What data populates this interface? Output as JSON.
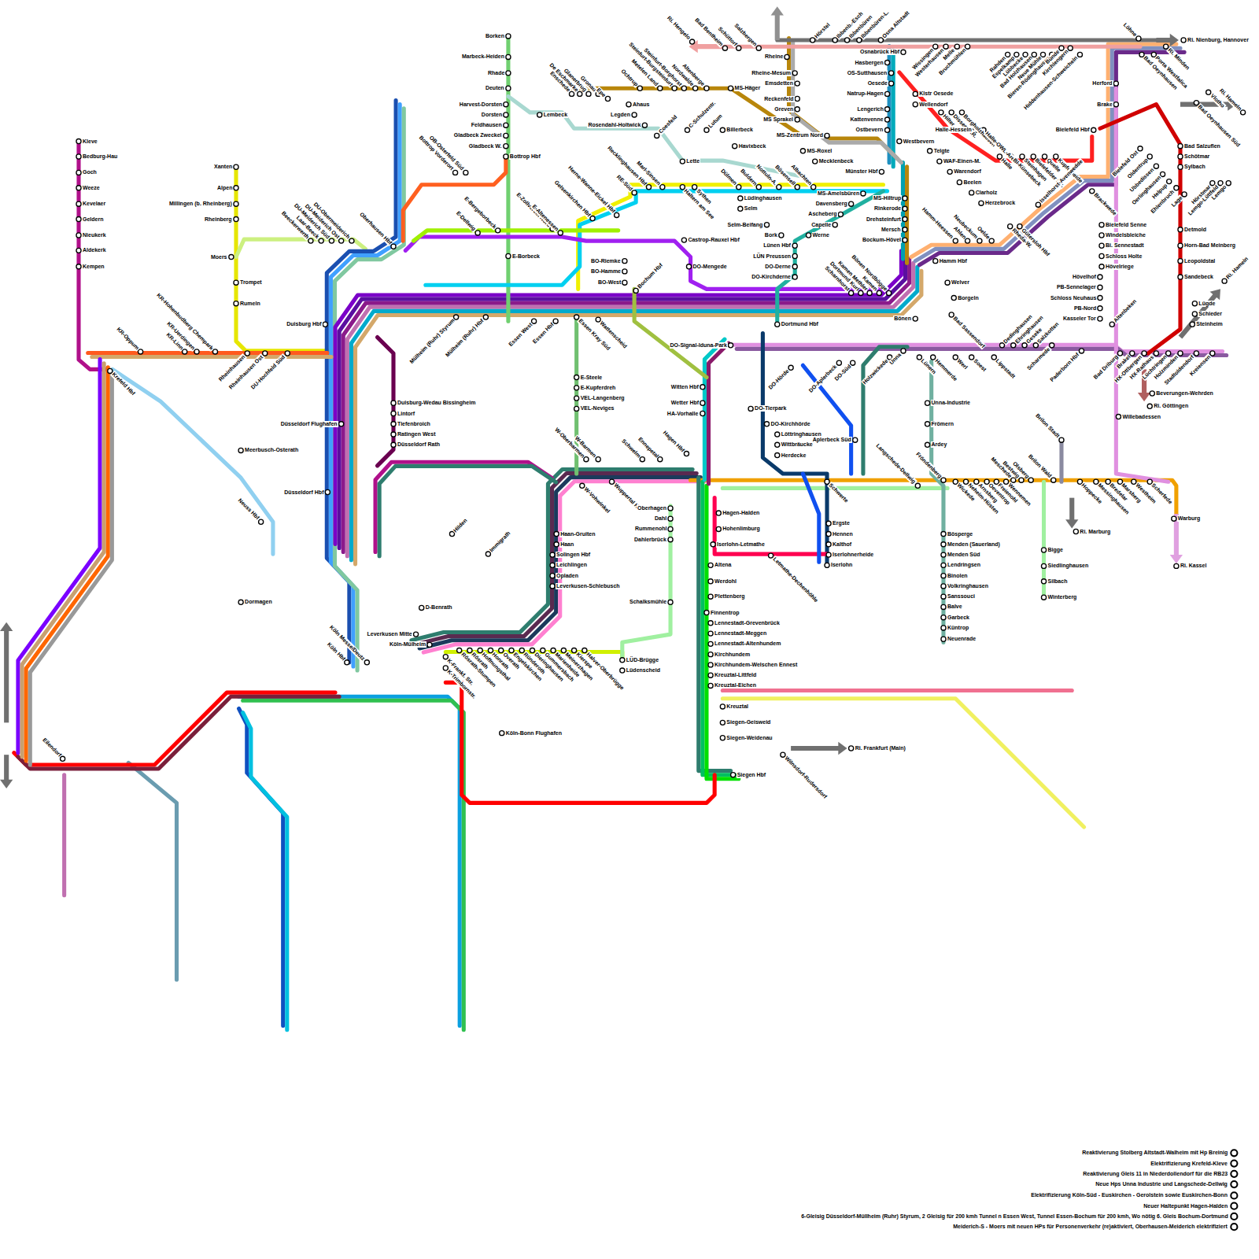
{
  "diagram": {
    "labels": [
      "Kleve",
      "Bedburg-Hau",
      "Goch",
      "Weeze",
      "Kevelaer",
      "Geldern",
      "Nieukerk",
      "Aldekerk",
      "Kempen",
      "Xanten",
      "Alpen",
      "Millingen (b. Rheinberg)",
      "Rheinberg",
      "Moers",
      "Trompet",
      "Rumeln",
      "Beeckerwerth",
      "Laar-Beeck",
      "DU-Meiderich Süd",
      "DU-Meiderich Ost",
      "DU-Obermeiderich",
      "Oberhausen Hbf",
      "Borken",
      "Marbeck-Heiden",
      "Rhade",
      "Deuten",
      "Harvest-Dorsten",
      "Dorsten",
      "Feldhausen",
      "Gladbeck Zweckel",
      "Gladbeck W.",
      "Bottrop Hbf",
      "Bottrop Vorderort",
      "OB-Osterfeld Süd",
      "E-Borbeck",
      "E-Bergeborbeck",
      "E-Dellwig",
      "E-Zollverein Nord",
      "E-Altenessen",
      "Gelsenkirchen Hbf",
      "Herne-Wanne-Eickel Hbf",
      "BO-Riemke",
      "BO-Hamme",
      "BO-West",
      "Bochum Hbf",
      "Castrop-Rauxel Hbf",
      "DO-Mengede",
      "Lembeck",
      "Enschede",
      "De Eschmarke",
      "Glanerbrug",
      "Gronau",
      "Epe",
      "Ahaus",
      "Legden",
      "Rosendahl-Holtwick",
      "Coesfeld",
      "Ochtrup",
      "Metelen Land",
      "Steinfurt-Burgsteinfurt",
      "Steinfurt-Borghorst",
      "Nordwalde",
      "Altenberge",
      "MS-Häger",
      "C-Schulzentr.",
      "Lutum",
      "Billerbeck",
      "Havixbeck",
      "Lette",
      "RE-Süd",
      "Recklinghausen Hbf",
      "Marl-Sinsen",
      "Haltern am See",
      "Sythen",
      "Dülmen",
      "Buldern",
      "Nottuln-A.",
      "Bösensell",
      "Albachten",
      "Lüdinghausen",
      "Selm",
      "Selm-Beifang",
      "Bork",
      "Lünen Hbf",
      "LÜN Preussen",
      "DO-Derne",
      "DO-Kirchderne",
      "Werne",
      "Capelle",
      "Ascheberg",
      "Davensberg",
      "MS-Amelsbüren",
      "MS-Roxel",
      "Mecklenbeck",
      "Münster Hbf",
      "MS-Zentrum Nord",
      "Ri. Hengelo",
      "Bad Bentheim",
      "Schüttorf",
      "Salzbergen",
      "Rheine",
      "Rheine-Mesum",
      "Emsdetten",
      "Reckenfeld",
      "Greven",
      "MS Sprakel",
      "Hörstel",
      "Ibbenb.-Esch",
      "Ibbenbüren",
      "Ibbenbüren-L.",
      "Osna Altstadt",
      "Osnabrück Hbf",
      "Hasbergen",
      "OS-Sutthausen",
      "Oesede",
      "Natrup-Hagen",
      "Lengerich",
      "Kattenvenne",
      "Ostbevern",
      "Westbevern",
      "Klstr Oesede",
      "Wellendorf",
      "Hilter",
      "Dissen-B.R.",
      "Borgholzhausen",
      "Halle-Hesseln",
      "Halle-OWL-Arena",
      "Halle",
      "BI-Künsebeck",
      "Steinhagen",
      "Bielefelder Str.",
      "Quelle",
      "Kupferheide",
      "Wissingen",
      "Westerhausen",
      "Melle",
      "Bruchmühlen",
      "Rahden",
      "Espelkamp",
      "Lübbecke",
      "Bad Holzhausen",
      "Neue Mühle",
      "Bieren-Rödinghausen",
      "Bünde",
      "Kirchlengern",
      "Hiddenhausen-Schweicheln",
      "Löhne",
      "Ri. Minden",
      "Bad Oeynhausen",
      "Porta Westfalica",
      "Ri. Nienburg, Hannover",
      "Vlotho",
      "Bad Oeynhausen Süd",
      "Ri. Hameln",
      "Herford",
      "Brake",
      "Bielefeld Hbf",
      "Bielefeld Ost",
      "Oldentrup",
      "Ubbedissen",
      "Oerlinghausen",
      "Helpup",
      "Ehlenbruch",
      "Lage",
      "Bad Salzuflen",
      "Schötmar",
      "Sylbach",
      "Hörstmar",
      "Lemgo-Lüttfeld",
      "Lemgo",
      "Detmold",
      "Horn-Bad Meinberg",
      "Leopoldstal",
      "Sandebeck",
      "Ri. Hameln",
      "Lügde",
      "Schieder",
      "Steinheim",
      "Brackwede",
      "Bielefeld Senne",
      "Windelsbleiche",
      "Bi. Sennestadt",
      "Schloss Holte",
      "Hövelriege",
      "Hövelhof",
      "PB-Sennelager",
      "Schloss Neuhaus",
      "PB-Nord",
      "Kasseler Tor",
      "Paderborn Hbf",
      "Altenbeken",
      "Bad Driburg",
      "Brakel",
      "HX-Ottbergen",
      "HX-Rathaus",
      "Lüchtringen",
      "Holzminden",
      "Stadtoldendorf",
      "Kreiensen",
      "Beverungen-Wehrden",
      "Ri. Göttingen",
      "Willebadessen",
      "Scherfede",
      "Westheim",
      "Marsberg",
      "Bredelar",
      "Messinghausen",
      "Hoppecke",
      "Warburg",
      "Ri. Kassel",
      "Ri. Marburg",
      "Brilon Stadt",
      "Brilon Wald",
      "Olsberg",
      "Bestwig",
      "Meschede",
      "Langschede-Dellwig",
      "Fröndenberg",
      "Wickede",
      "Neheim-Hüsten",
      "Arnsberg",
      "Oeventrop",
      "Freienohl",
      "Wennemen",
      "Bigge",
      "Siedlinghausen",
      "Silbach",
      "Winterberg",
      "Unna-Industrie",
      "Frömern",
      "Ardey",
      "Bösperge",
      "Menden (Sauerland)",
      "Menden Süd",
      "Lendringsen",
      "Binolen",
      "Volkringhausen",
      "Sanssouci",
      "Balve",
      "Garbeck",
      "Küntrop",
      "Neuenrade",
      "Hamm Hbf",
      "MS-Hiltrup",
      "Rinkerode",
      "Drehsteinfurt",
      "Mersch",
      "Bockum-Hövel",
      "Telgte",
      "WAF-Einen-M.",
      "Warendorf",
      "Beelen",
      "Clarholz",
      "Herzebrock",
      "Hamm-Heessen",
      "Ahlen",
      "Neubeckum",
      "Oelde",
      "Rheda-W.",
      "Gütersloh Hbf",
      "Isselhorst-Avenwedde",
      "Welver",
      "Borgeln",
      "Bad Sassendorf",
      "Scharnhorst",
      "Dortmund Kurl",
      "Kamen Methler",
      "Kamen",
      "Bönen Nordbögge",
      "Bönen",
      "Dortmund Hbf",
      "DO-Signal-Iduna-Park",
      "DO-Hörde",
      "DO-Aplerbeck",
      "DO-Süd",
      "Holzwickede",
      "Unna",
      "Lünern",
      "Hemmerde",
      "Werl",
      "Soest",
      "Lippstadt",
      "Dedinghausen",
      "Ehringhausen",
      "Geseke",
      "Salzkotten",
      "Scharmede",
      "DO-Tierpark",
      "DO-Kirchhörde",
      "Löttringhausen",
      "Wittbräucke",
      "Herdecke",
      "Aplerbeck Süd",
      "Schwerte",
      "Ergste",
      "Hennen",
      "Kalthof",
      "Iserlohnerheide",
      "Iserlohn",
      "Witten Hbf",
      "Wetter Hbf",
      "HA-Vorhalle",
      "Hagen Hbf",
      "Ennepetal",
      "Schwelm",
      "W-Barmen",
      "W-Oberbarmen",
      "Wuppertal Hbf",
      "W-Vohwinkel",
      "Oberhagen",
      "Dahl",
      "Rummenohl",
      "Dahlerbrück",
      "Schalksmühle",
      "Hagen-Halden",
      "Hohenlimburg",
      "Iserlohn-Letmathe",
      "Letmathe-Dechenhöhle",
      "Altena",
      "Werdohl",
      "Plettenberg",
      "Finnentrop",
      "Lennestadt-Grevenbrück",
      "Lennestadt-Meggen",
      "Lennestadt-Altenhundem",
      "Kirchhundem",
      "Kirchhundem-Welschen Ennest",
      "Kreuztal-Littfeld",
      "Kreuztal-Eichen",
      "Kreuztal",
      "Siegen-Geisweid",
      "Siegen-Weidenau",
      "Siegen Hbf",
      "Ri. Frankfurt (Main)",
      "Wilnsdorf-Rudersdorf",
      "E-Steele",
      "E-Kupferdreh",
      "VEL-Langenberg",
      "VEL-Neviges",
      "Essen Kray Süd",
      "Wattenscheid",
      "Essen West",
      "Essen Hbf",
      "Mülheim (Ruhr) Styrum",
      "Mülheim (Ruhr) Hbf",
      "Duisburg Hbf",
      "KR-Oppum",
      "KR-Linn",
      "KR-Uerdingen",
      "KR-Hohenbudberg Chempark",
      "Krefeld Hbf",
      "Rheinhausen",
      "Rheinhausen Ost",
      "DU-Hochfeld Süd",
      "Duisburg-Wedau Bissingheim",
      "Lintorf",
      "Tiefenbroich",
      "Ratingen West",
      "Düsseldorf Rath",
      "Düsseldorf Flughafen",
      "Meerbusch-Osterath",
      "Düsseldorf Hbf",
      "Neuss Hbf",
      "Dormagen",
      "Hilden",
      "Immigrath",
      "Haan-Gruiten",
      "Haan",
      "Solingen Hbf",
      "Leichlingen",
      "Opladen",
      "Leverkusen-Schlebusch",
      "D-Benrath",
      "Leverkusen Mitte",
      "Köln-Mülheim",
      "Köln Messe/Deutz",
      "Köln Hbf",
      "K-Frankf. Str.",
      "K-Trimbornstr.",
      "Rösrath-Stumpen",
      "Rösrath",
      "Hoffnungsthal",
      "Honrath",
      "Overath",
      "Engelskirchen",
      "Ründeroth",
      "Dieringhausen",
      "Gummersbach",
      "Marienheide",
      "Meinerzhagen",
      "Kierspe",
      "Halver-Oberbrügge",
      "LÜD-Brügge",
      "Lüdenscheid",
      "Köln-Bonn Flughafen",
      "Eilendorf"
    ],
    "legend": [
      {
        "text": "Reaktivierung Stolberg Altstadt-Walheim mit Hp Breinig"
      },
      {
        "text": "Elektrifizierung Krefeld-Kleve"
      },
      {
        "text": "Reaktivierung Gleis 11 in Niederdollendorf für die RB23"
      },
      {
        "text": "Neue Hps Unna Industrie und Langschede-Dellwig"
      },
      {
        "text": "Elektrifizierung Köln-Süd - Euskirchen - Gerolstein sowie Euskirchen-Bonn"
      },
      {
        "text": "Neuer Haltepunkt Hagen-Halden"
      },
      {
        "text": "6-Gleisig Düsseldorf-Müllheim (Ruhr) Styrum, 2 Gleisig für 200 kmh Tunnel n Essen West, Tunnel Essen-Bochum für 200 kmh, Wo nötig 6. Gleis Bochum-Dortmund"
      },
      {
        "text": "Meiderich-S - Moers mit neuen HPs für Personenverkehr (re)aktiviert, Oberhausen-Meiderich elektrifiziert"
      }
    ]
  }
}
